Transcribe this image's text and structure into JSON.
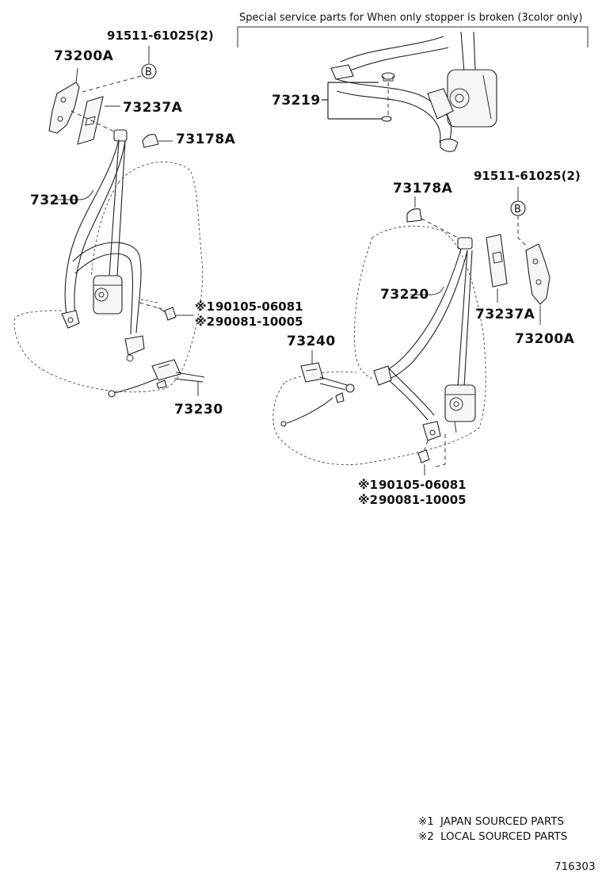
{
  "header": {
    "special_note": "Special service parts for When only stopper is broken (3color only)"
  },
  "labels": {
    "bolt_left": "91511-61025(2)",
    "bolt_right": "91511-61025(2)",
    "badge_b": "B",
    "anchor_left": "73200A",
    "anchor_right": "73200A",
    "cover_left": "73237A",
    "cover_right": "73237A",
    "stopper_left": "73178A",
    "stopper_right": "73178A",
    "stopper_kit": "73219",
    "belt_left": "73210",
    "belt_right": "73220",
    "buckle_left": "73230",
    "buckle_right": "73240"
  },
  "fasteners_left": [
    {
      "mark": "※1",
      "part": "90105-06081"
    },
    {
      "mark": "※2",
      "part": "90081-10005"
    }
  ],
  "fasteners_right": [
    {
      "mark": "※1",
      "part": "90105-06081"
    },
    {
      "mark": "※2",
      "part": "90081-10005"
    }
  ],
  "legend": [
    {
      "mark": "※1",
      "text": "JAPAN SOURCED PARTS"
    },
    {
      "mark": "※2",
      "text": "LOCAL SOURCED PARTS"
    }
  ],
  "figure_id": "716303"
}
